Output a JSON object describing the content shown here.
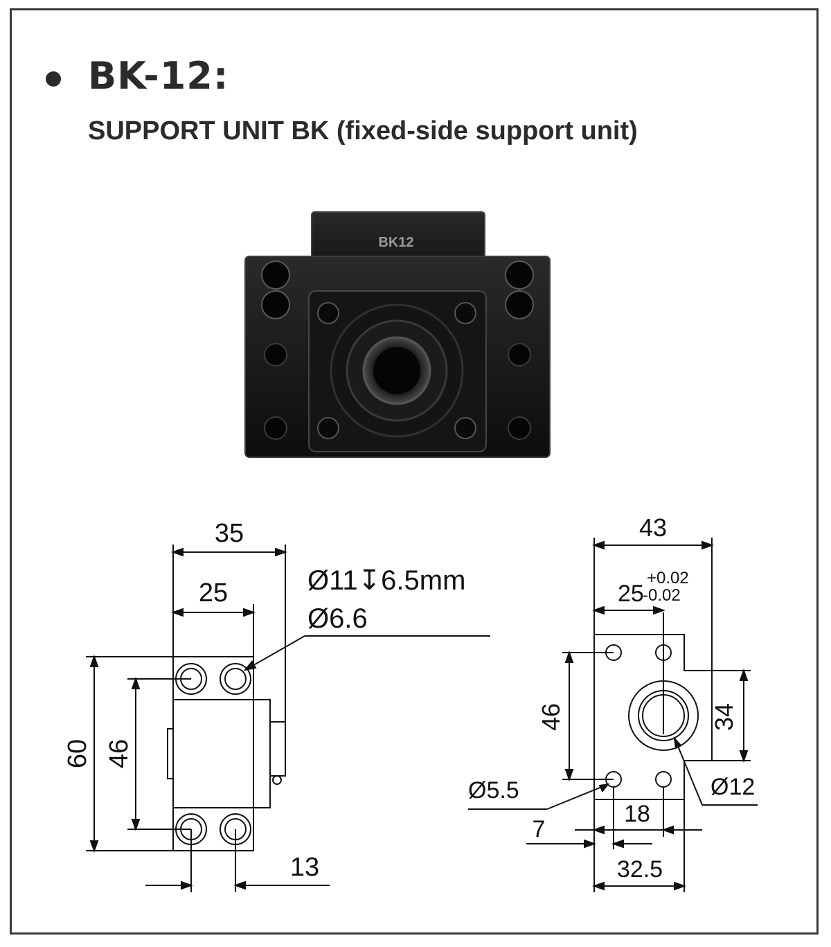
{
  "header": {
    "title": "BK-12:",
    "subtitle": "SUPPORT UNIT BK (fixed-side support unit)"
  },
  "photo": {
    "engraving": "BK12"
  },
  "side_view": {
    "dim_total_width": "35",
    "dim_inner_width": "25",
    "callout_counterbore": "Ø11",
    "callout_depth_symbol": "↧",
    "callout_depth": "6.5mm",
    "callout_through_hole": "Ø6.6",
    "dim_height": "60",
    "dim_hole_pitch": "46",
    "dim_hole_spacing": "13"
  },
  "front_view": {
    "dim_total_width": "43",
    "dim_center": "25",
    "tol_plus": "+0.02",
    "tol_minus": "-0.02",
    "dim_hole_pitch": "46",
    "dim_step_height": "34",
    "callout_mount_hole": "Ø5.5",
    "callout_bore": "Ø12",
    "dim_hole_offset": "7",
    "dim_hole_span": "18",
    "dim_base_width": "32.5"
  },
  "colors": {
    "frame": "#3a3a3a",
    "text": "#2b2b2b",
    "part_body": "#1a1a1a"
  }
}
